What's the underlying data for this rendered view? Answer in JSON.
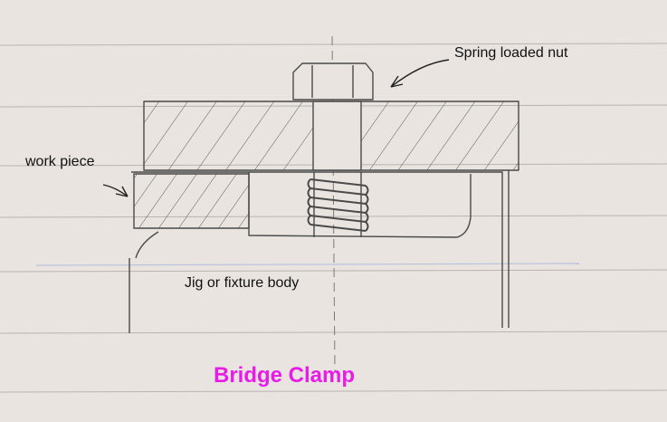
{
  "labels": {
    "spring_nut": "Spring loaded nut",
    "work_piece": "work piece",
    "jig_body": "Jig or fixture body",
    "title": "Bridge Clamp"
  },
  "colors": {
    "paper": "#e9e4df",
    "pencil": "#4a4a4a",
    "ruling": "#b9b4b0",
    "blue_line": "#b7c3dd",
    "title": "#e81ce8"
  }
}
